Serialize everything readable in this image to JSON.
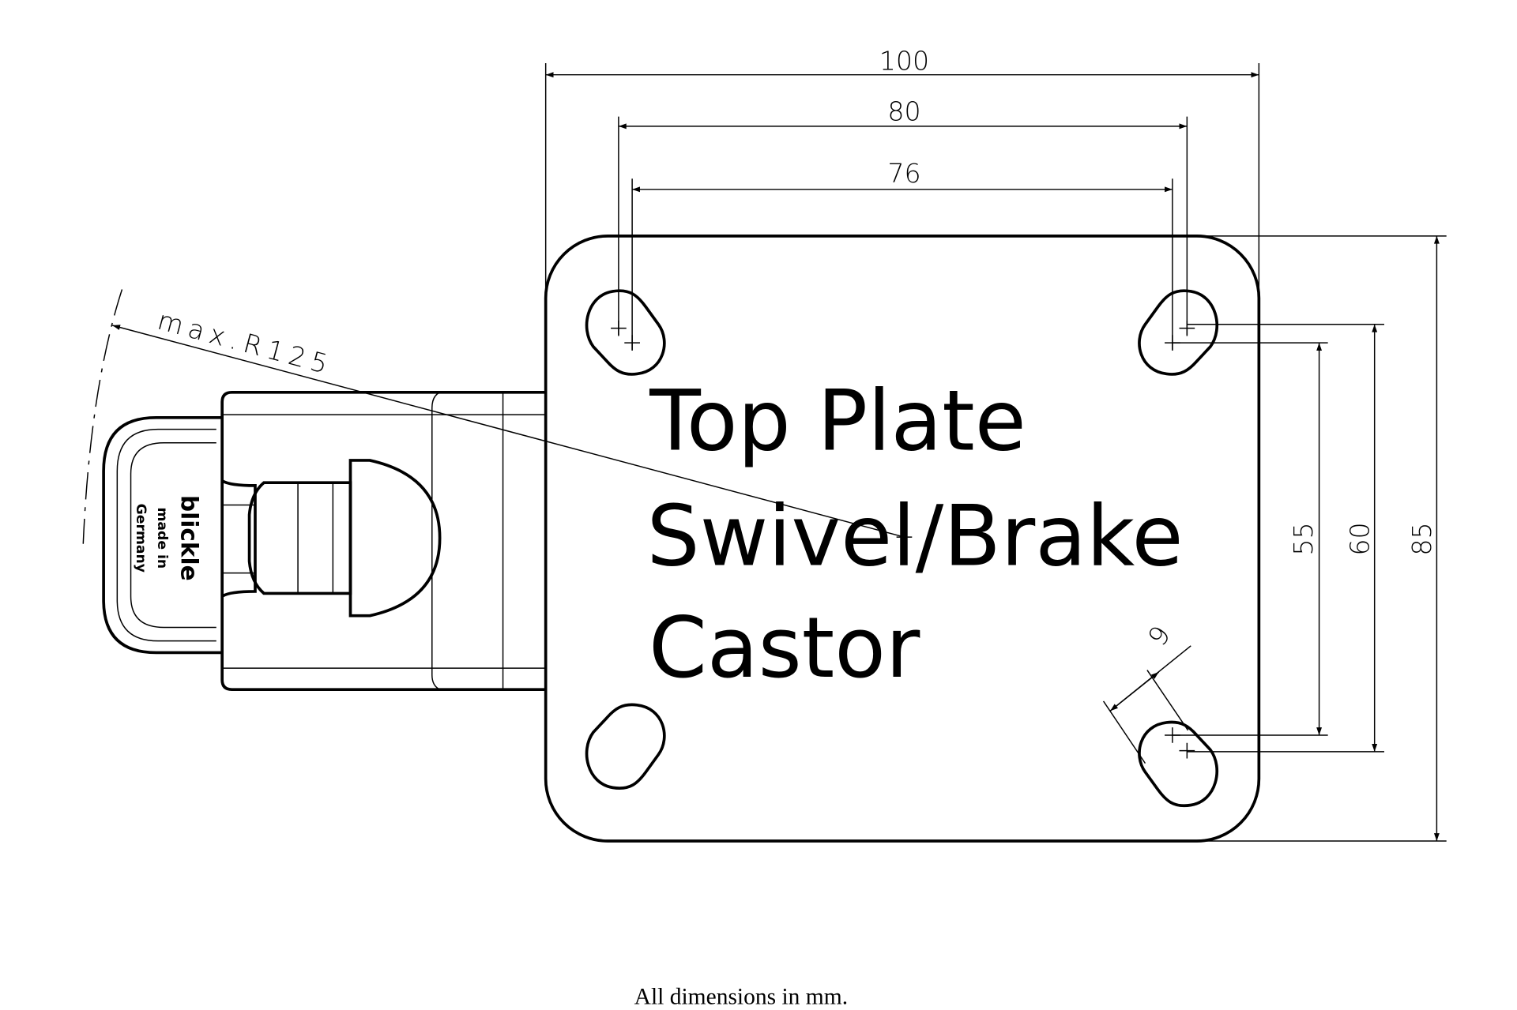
{
  "drawing": {
    "title_lines": [
      "Top Plate",
      "Swivel/Brake",
      "Castor"
    ],
    "footer_note": "All dimensions in mm.",
    "units": "mm",
    "dimensions": {
      "plate_width": "100",
      "hole_spacing_outer_x": "80",
      "hole_spacing_inner_x": "76",
      "hole_spacing_inner_y": "55",
      "hole_spacing_outer_y": "60",
      "plate_height": "85",
      "slot_width": "9",
      "brake_radius": "max.R125"
    },
    "brake_pedal_logo": {
      "brand": "blickle",
      "lines": [
        "made in",
        "Germany"
      ]
    }
  }
}
